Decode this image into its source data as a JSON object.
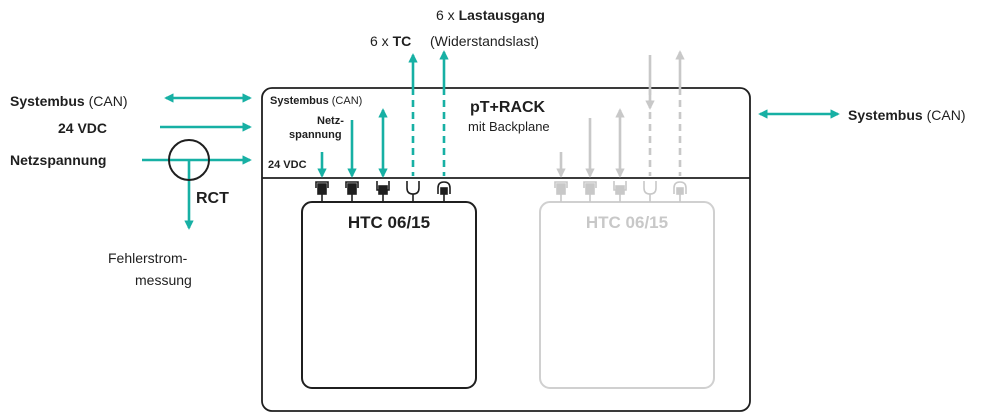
{
  "colors": {
    "teal": "#17b0a4",
    "gray": "#c8c8c8",
    "text": "#1f1f1f",
    "rack_border": "#1f1f1f"
  },
  "top": {
    "tc_count": "6 x",
    "tc_name": "TC",
    "load_count": "6 x",
    "load_name": "Lastausgang",
    "load_note": "(Widerstandslast)"
  },
  "left": {
    "systembus_name": "Systembus",
    "systembus_note": "(CAN)",
    "supply": "24 VDC",
    "mains": "Netzspannung",
    "rct": "RCT",
    "residual_line1": "Fehlerstrom-",
    "residual_line2": "messung"
  },
  "right": {
    "systembus_name": "Systembus",
    "systembus_note": "(CAN)"
  },
  "rack": {
    "title": "pT+RACK",
    "subtitle": "mit Backplane",
    "systembus_name": "Systembus",
    "systembus_note": "(CAN)",
    "mains_line1": "Netz-",
    "mains_line2": "spannung",
    "supply": "24 VDC"
  },
  "modules": [
    {
      "name": "HTC 06/15",
      "state": "active"
    },
    {
      "name": "HTC 06/15",
      "state": "inactive"
    }
  ]
}
